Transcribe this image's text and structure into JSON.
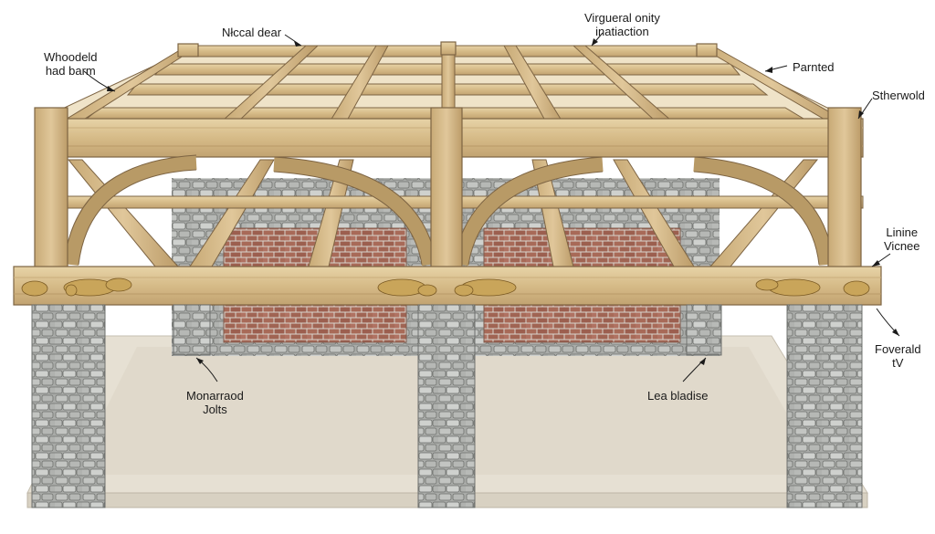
{
  "labels": {
    "whooded_beam": "Whoodeld\nhad barm",
    "nicol_dear": "Nłccal dear",
    "virgural_ority": "Virgueral onity\ninatiaction",
    "parnted": "Parnted",
    "sherwold": "Stherwold",
    "linine_vicnee": "Linine\nVicnee",
    "foverald": "Foverald\ntV",
    "monarred_jolts": "Monarraod\nJolts",
    "lea_bladise": "Lea bladise"
  },
  "colors": {
    "timber": "#d8be8c",
    "timber_dark": "#b89a66",
    "stone": "#a9aba8",
    "brick": "#a86a58",
    "floor": "#e6e0d3",
    "ornament": "#c9a55a"
  }
}
